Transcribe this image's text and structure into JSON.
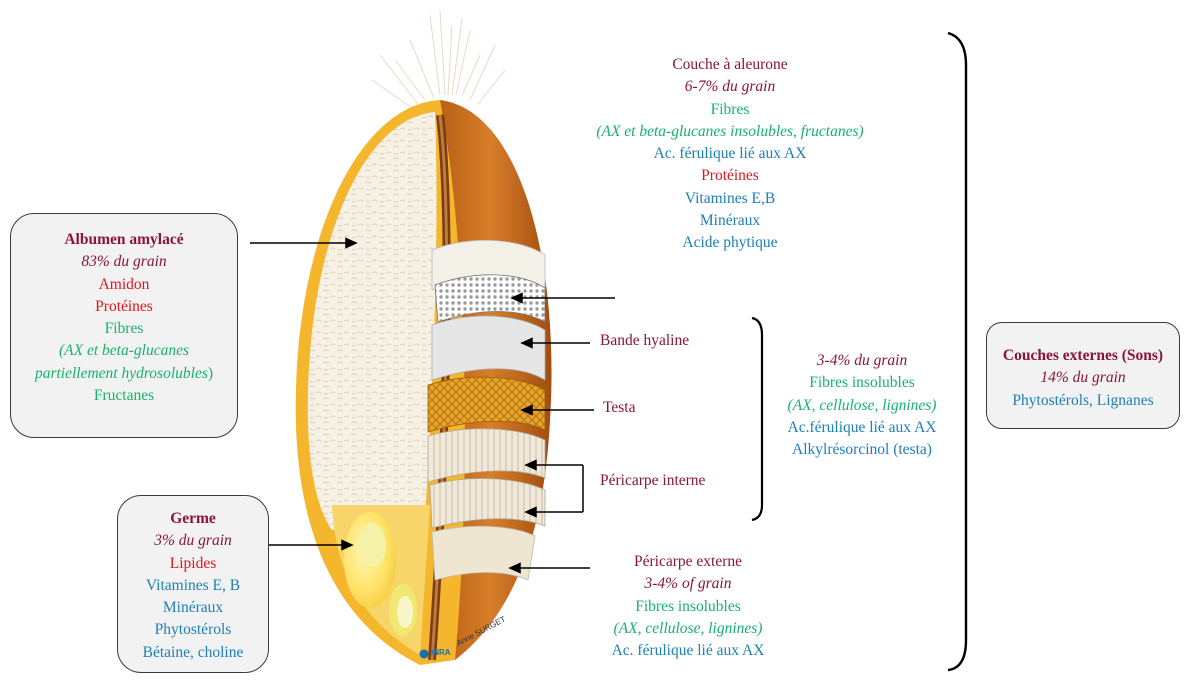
{
  "aleurone": {
    "title": "Couche à aleurone",
    "percent": "6-7% du grain",
    "fibres": "Fibres",
    "fibres_detail": "(AX et beta-glucanes insolubles, fructanes)",
    "ferulic": "Ac. férulique lié aux AX",
    "proteins": "Protéines",
    "vitamins": "Vitamines E,B",
    "minerals": "Minéraux",
    "phytic": "Acide phytique"
  },
  "albumen": {
    "title": "Albumen amylacé",
    "percent": "83% du grain",
    "starch": "Amidon",
    "proteins": "Protéines",
    "fibres": "Fibres",
    "fibres_detail_1": "(AX et beta-glucanes",
    "fibres_detail_2": "partiellement hydrosolubles",
    "fibres_detail_close": ")",
    "fructans": "Fructanes"
  },
  "germ": {
    "title": "Germe",
    "percent": "3% du grain",
    "lipids": "Lipides",
    "vitamins": "Vitamines E, B",
    "minerals": "Minéraux",
    "phytosterols": "Phytostérols",
    "betaine": "Bétaine, choline"
  },
  "layers": {
    "hyaline": "Bande hyaline",
    "testa": "Testa",
    "inner_pericarp": "Péricarpe interne"
  },
  "middle_group": {
    "percent": "3-4% du grain",
    "fibres": "Fibres insolubles",
    "fibres_detail": "(AX, cellulose, lignines)",
    "ferulic": "Ac.férulique lié aux AX",
    "alkyl": "Alkylrésorcinol (testa)"
  },
  "outer_pericarp": {
    "title": "Péricarpe externe",
    "percent": "3-4% of grain",
    "fibres": "Fibres insolubles",
    "fibres_detail": "(AX, cellulose, lignines)",
    "ferulic": "Ac. férulique lié aux AX"
  },
  "outer_layers": {
    "title": "Couches externes (Sons)",
    "percent": "14% du  grain",
    "compounds": "Phytostérols, Lignanes"
  },
  "credit": {
    "org": "INRA",
    "author": "Anne SURGET"
  },
  "colors": {
    "maroon": "#8a1538",
    "red": "#e0161d",
    "green": "#16b36b",
    "blue": "#1c7fb6",
    "box_bg": "#f2f2f2"
  }
}
